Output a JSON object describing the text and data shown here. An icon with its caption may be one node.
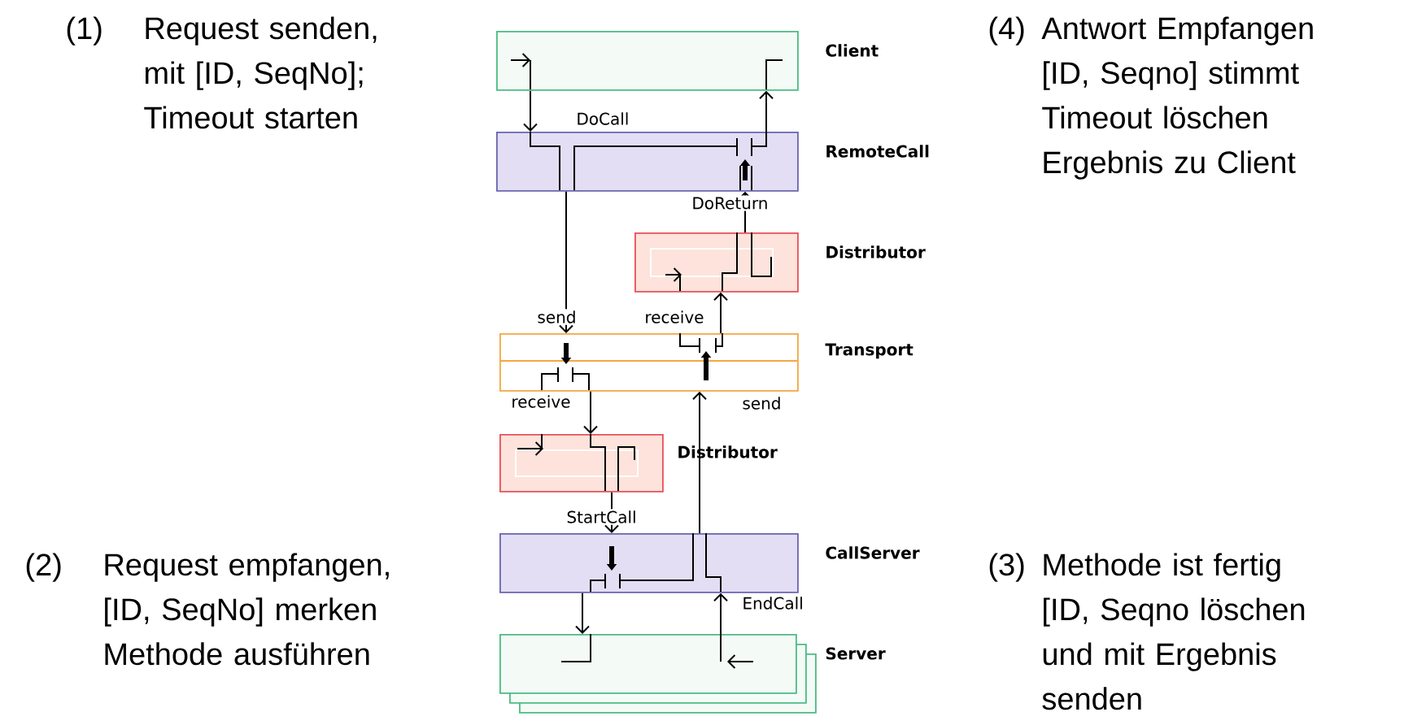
{
  "diagram": {
    "nodes": [
      {
        "text": [
          "Client"
        ]
      },
      {
        "text": [
          "RemoteCall"
        ]
      },
      {
        "text": [
          "Distributor"
        ]
      },
      {
        "text": [
          "Transport"
        ]
      },
      {
        "text": [
          "Distributor"
        ]
      },
      {
        "text": [
          "CallServer"
        ]
      },
      {
        "text": [
          "Server"
        ]
      }
    ],
    "edges": [
      {
        "from": 0,
        "to": 1,
        "arrow": "to",
        "label": "DoCall"
      },
      {
        "from": 1,
        "to": 3,
        "arrow": "to",
        "label": "send"
      },
      {
        "from": 3,
        "to": 4,
        "arrow": "to",
        "label": "receive"
      },
      {
        "from": 4,
        "to": 5,
        "arrow": "to",
        "label": "StartCall"
      },
      {
        "from": 5,
        "to": 6,
        "arrow": "to"
      },
      {
        "from": 6,
        "to": 5,
        "arrow": "to",
        "label": "EndCall"
      },
      {
        "from": 5,
        "to": 3,
        "arrow": "to",
        "label": "send"
      },
      {
        "from": 3,
        "to": 2,
        "arrow": "to",
        "label": "receive"
      },
      {
        "from": 2,
        "to": 1,
        "arrow": "to",
        "label": "DoReturn"
      },
      {
        "from": 1,
        "to": 0,
        "arrow": "to"
      }
    ],
    "labels": [
      "(1)",
      "Request senden, mit [ID, SeqNo]; Timeout starten",
      "(4)",
      "Antwort Empfangen [ID, Seqno] stimmt Timeout löschen Ergebnis zu Client",
      "(2)",
      "Request empfangen, [ID, SeqNo] merken Methode ausführen",
      "(3)",
      "Methode ist fertig [ID, Seqno löschen und mit Ergebnis senden"
    ]
  }
}
